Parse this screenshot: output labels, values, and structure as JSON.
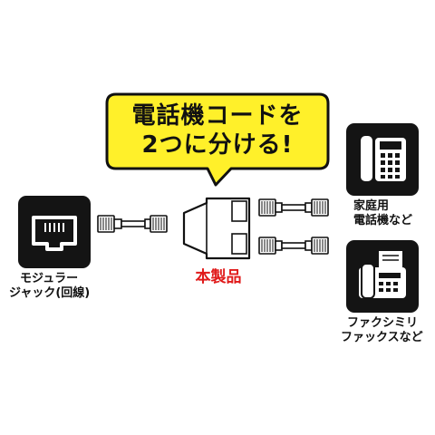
{
  "bubble": {
    "line1": "電話機コードを",
    "line2": "2つに分ける!",
    "fill": "#fff02a"
  },
  "left": {
    "icon": "modular-jack-icon",
    "caption_line1": "モジュラー",
    "caption_line2": "ジャック(回線)"
  },
  "product": {
    "label": "本製品",
    "label_color": "#e01a1a"
  },
  "right_top": {
    "icon": "desk-phone-icon",
    "caption_line1": "家庭用",
    "caption_line2": "電話機など"
  },
  "right_bottom": {
    "icon": "fax-machine-icon",
    "caption_line1": "ファクシミリ",
    "caption_line2": "ファックスなど"
  },
  "colors": {
    "tile": "#141414",
    "outline": "#111111"
  }
}
